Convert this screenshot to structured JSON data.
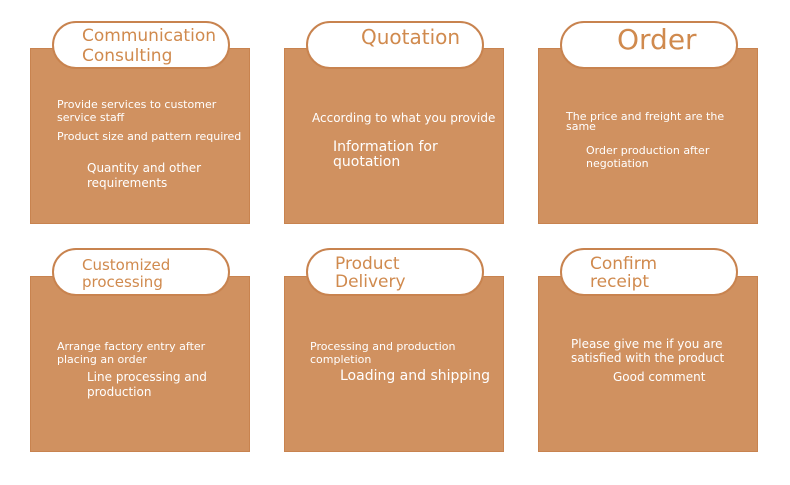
{
  "cards": [
    {
      "title": "Communication Consulting",
      "title_line1": "Communication",
      "title_line2": "Consulting",
      "lines": [
        "Provide services to customer service staff",
        "Product size and pattern required",
        "Quantity and other requirements"
      ]
    },
    {
      "title": "Quotation",
      "lines": [
        "According to what you provide",
        "Information for quotation"
      ]
    },
    {
      "title": "Order",
      "lines": [
        "The price and freight are the same",
        "Order production after negotiation"
      ]
    },
    {
      "title": "Customized processing",
      "title_line1": "Customized",
      "title_line2": "processing",
      "lines": [
        "Arrange factory entry after placing an order",
        "Line processing and production"
      ]
    },
    {
      "title": "Product Delivery",
      "title_line1": "Product",
      "title_line2": "Delivery",
      "lines": [
        "Processing and production completion",
        "Loading and shipping"
      ]
    },
    {
      "title": "Confirm receipt",
      "title_line1": "Confirm",
      "title_line2": "receipt",
      "lines": [
        "Please give me if you are satisfied with the product",
        "Good comment"
      ]
    }
  ],
  "colors": {
    "card_fill": "#d09160",
    "accent": "#c8834f",
    "title_text": "#d08a4e",
    "body_text": "#ffffff"
  }
}
